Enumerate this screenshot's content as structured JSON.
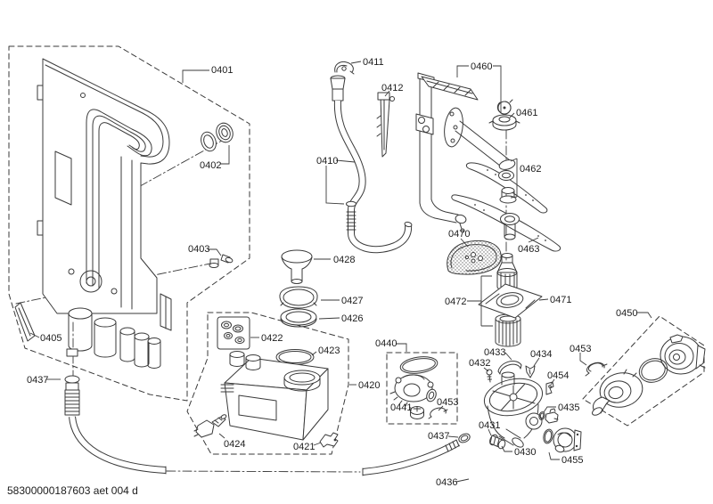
{
  "diagram": {
    "kind": "exploded-parts-diagram",
    "footer_code": "58300000187603 aet 004 d",
    "colors": {
      "background": "#ffffff",
      "line": "#3a3a3a",
      "label_text": "#1c1c1c"
    },
    "labels": {
      "l0401": "0401",
      "l0402": "0402",
      "l0403": "0403",
      "l0405": "0405",
      "l0410": "0410",
      "l0411": "0411",
      "l0412": "0412",
      "l0420": "0420",
      "l0421": "0421",
      "l0422": "0422",
      "l0423": "0423",
      "l0424": "0424",
      "l0426": "0426",
      "l0427": "0427",
      "l0428": "0428",
      "l0430": "0430",
      "l0431": "0431",
      "l0432": "0432",
      "l0433": "0433",
      "l0434": "0434",
      "l0435": "0435",
      "l0436": "0436",
      "l0437_left": "0437",
      "l0437_mid": "0437",
      "l0440": "0440",
      "l0441": "0441",
      "l0450": "0450",
      "l0453_inner": "0453",
      "l0453_right": "0453",
      "l0454": "0454",
      "l0455": "0455",
      "l0460": "0460",
      "l0461": "0461",
      "l0462": "0462",
      "l0463": "0463",
      "l0470": "0470",
      "l0471": "0471",
      "l0472": "0472"
    }
  }
}
